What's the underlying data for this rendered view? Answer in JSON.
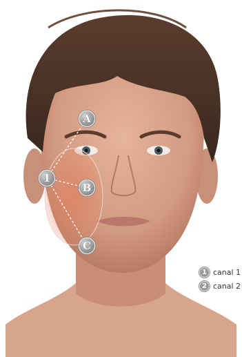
{
  "markers": {
    "origin": "1",
    "a": "A",
    "b": "B",
    "c": "C"
  },
  "legend": [
    {
      "number": "1",
      "label": "canal 1"
    },
    {
      "number": "2",
      "label": "canal 2"
    }
  ],
  "colors": {
    "skin": "#d9a38a",
    "hair": "#4a3226",
    "cheek_zone": "#e07f5f",
    "marker": "#9a9a9a"
  }
}
